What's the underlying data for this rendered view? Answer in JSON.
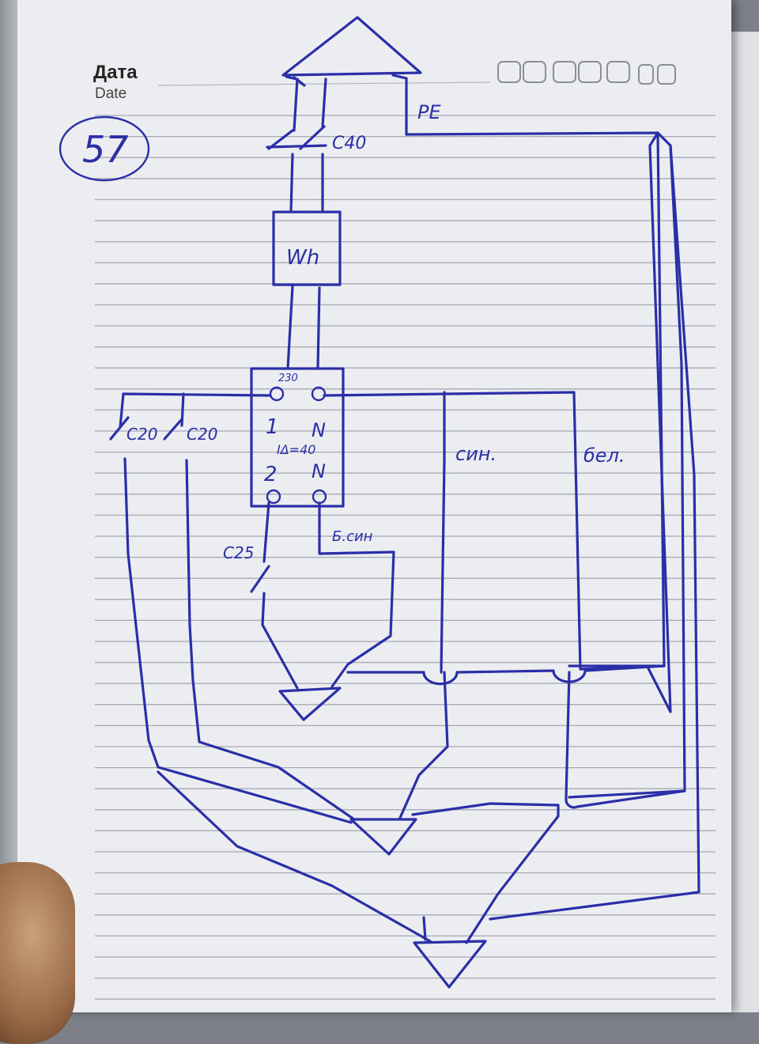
{
  "header": {
    "date_ru": "Дата",
    "date_en": "Date"
  },
  "page_number": "57",
  "diagram": {
    "pe_label": "PE",
    "main_breaker": "C40",
    "meter": "Wh",
    "rcd_top_label": "230",
    "rcd_terminals": [
      "1",
      "N",
      "2",
      "N"
    ],
    "rcd_rating": "IΔ=40",
    "branch_breakers": [
      "C20",
      "C20",
      "C25"
    ],
    "wire_labels": {
      "blue": "син.",
      "white": "бел.",
      "brown_blue": "Б.син"
    }
  },
  "colors": {
    "ink": "#2a2fa8",
    "paper": "#ebedf0",
    "rule": "#a5a9b6"
  }
}
